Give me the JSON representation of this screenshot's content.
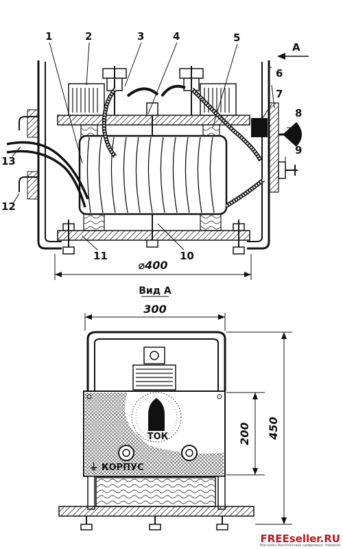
{
  "figure": {
    "top_view": {
      "part_numbers": [
        "1",
        "2",
        "3",
        "4",
        "5",
        "6",
        "7",
        "8",
        "9",
        "10",
        "11",
        "12",
        "13"
      ],
      "view_arrow_label": "A",
      "diameter_label": "⌀400"
    },
    "view_a": {
      "title": "Вид А",
      "width_label": "300",
      "panel_height_label": "200",
      "total_height_label": "450",
      "dial_label": "ТОК",
      "housing_label": "КОРПУС",
      "ground_symbol": "⏚"
    }
  },
  "watermark": {
    "brand": "FREEseller.RU",
    "subtitle": "Магазин бесплатных цифровых товаров"
  },
  "colors": {
    "ink": "#111111",
    "watermark": "#c0141b"
  }
}
